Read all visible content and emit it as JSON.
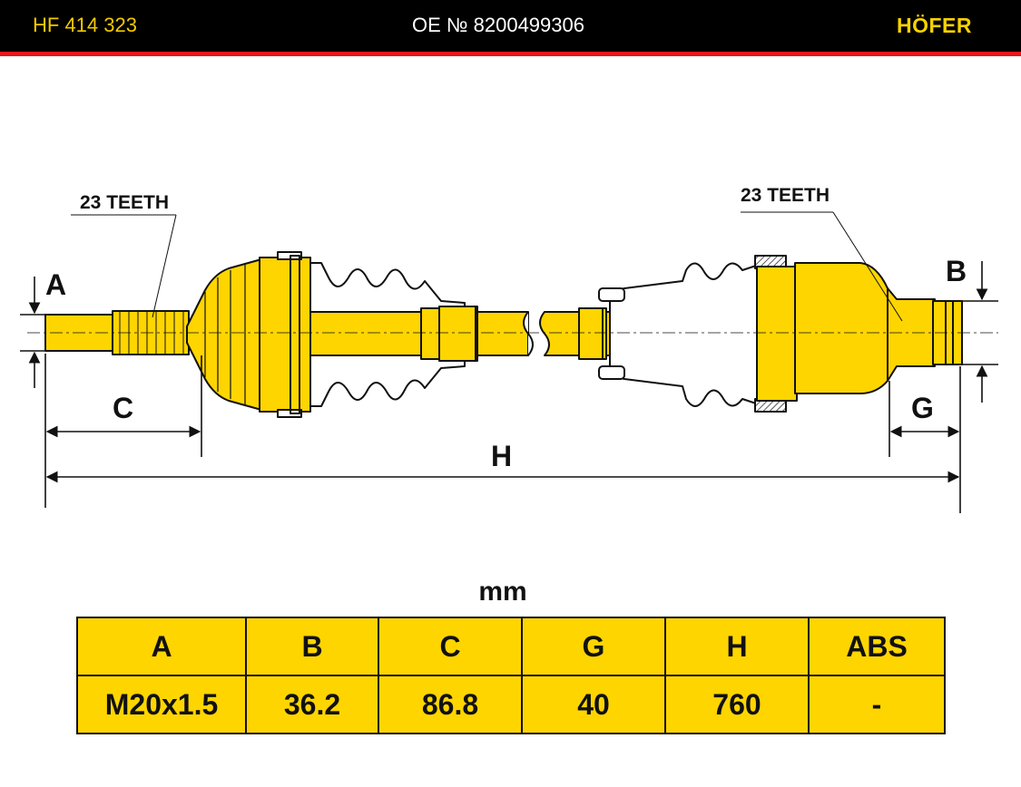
{
  "header": {
    "part_number": "HF 414 323",
    "oe_number": "OE № 8200499306",
    "brand": "HÖFER"
  },
  "drawing": {
    "left_teeth_label": "23 TEETH",
    "right_teeth_label": "23 TEETH",
    "dim_labels": {
      "a": "A",
      "b": "B",
      "c": "C",
      "g": "G",
      "h": "H"
    }
  },
  "colors": {
    "accent_yellow": "#ffd500",
    "stripe_red": "#e8141b",
    "header_bg": "#000000"
  },
  "table": {
    "unit": "mm",
    "headers": [
      "A",
      "B",
      "C",
      "G",
      "H",
      "ABS"
    ],
    "values": [
      "M20x1.5",
      "36.2",
      "86.8",
      "40",
      "760",
      "-"
    ]
  }
}
